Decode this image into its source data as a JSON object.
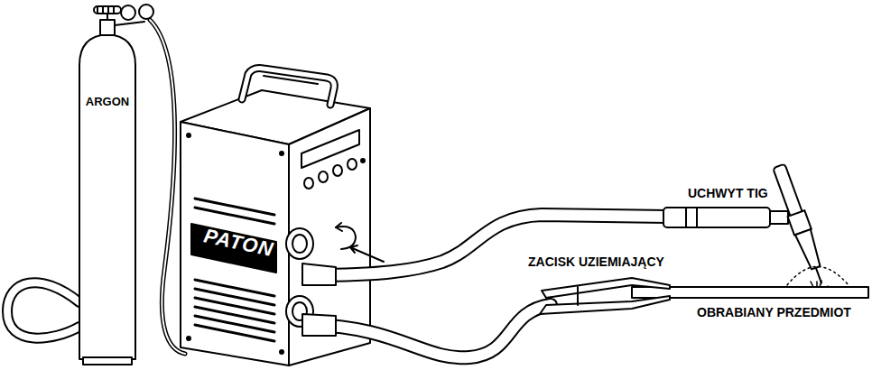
{
  "diagram": {
    "labels": [
      "ARGON",
      "PATON",
      "UCHWYT TIG",
      "ZACISK UZIEMIAJĄCY",
      "OBRABIANY PRZEDMIOT"
    ]
  }
}
